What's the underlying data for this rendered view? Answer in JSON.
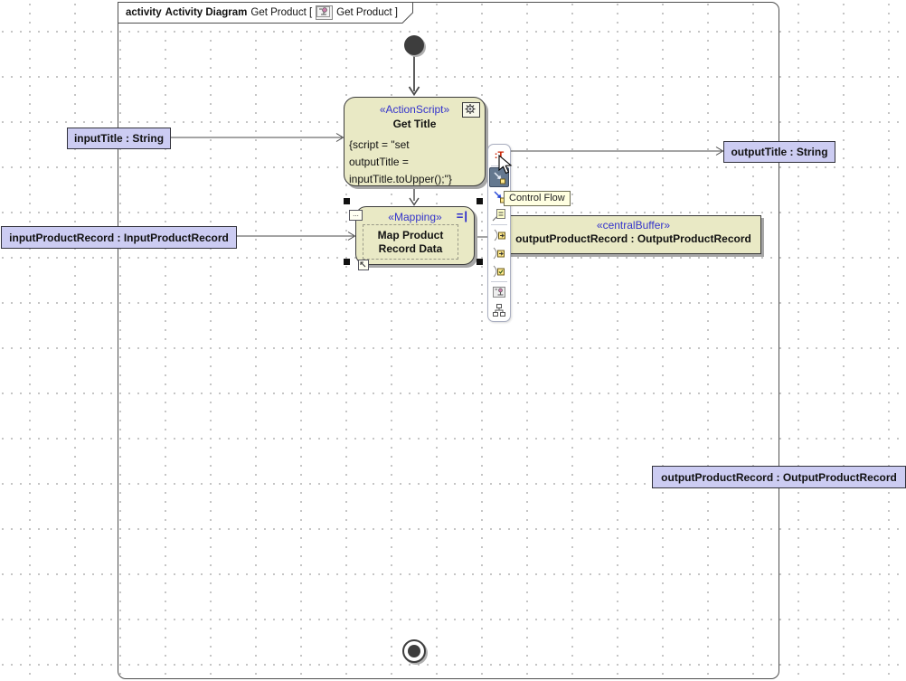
{
  "header": {
    "keyword": "activity",
    "diagram_kind": "Activity Diagram",
    "name_part": "Get Product [",
    "ref_part": "Get Product ]"
  },
  "nodes": {
    "get_title": {
      "stereotype": "«ActionScript»",
      "name": "Get Title",
      "script": [
        "{script = \"set",
        "outputTitle =",
        "inputTitle.toUpper();\"}"
      ]
    },
    "mapping": {
      "stereotype": "«Mapping»",
      "name_line1": "Map Product",
      "name_line2": "Record Data",
      "corner_glyph": "=|",
      "dots_glyph": "..."
    },
    "central_buffer": {
      "stereotype": "«centralBuffer»",
      "name": "outputProductRecord : OutputProductRecord"
    }
  },
  "parameters": {
    "input_title": "inputTitle : String",
    "input_product_record": "inputProductRecord : InputProductRecord",
    "output_title": "outputTitle : String",
    "output_product_record": "outputProductRecord : OutputProductRecord"
  },
  "toolbar": {
    "tooltip": "Control Flow",
    "edit_name_glyph": ":T",
    "selected_item": "control-flow",
    "items": [
      "edit-name",
      "control-flow",
      "object-flow",
      "note",
      "output-pin",
      "input-pin",
      "value-pin",
      "assigned-diagram",
      "structure"
    ]
  },
  "colors": {
    "node_fill": "#E9E9C5",
    "node_border": "#3C3C3C",
    "param_fill": "#CCCCF2",
    "stereotype_blue": "#3333CC",
    "tooltip_bg": "#FFFFE1",
    "selected_tool_bg": "#64788F",
    "edit_name_red": "#CC2200",
    "grid_dot": "#B2B2B2",
    "shadow": "#A6A6A6"
  }
}
